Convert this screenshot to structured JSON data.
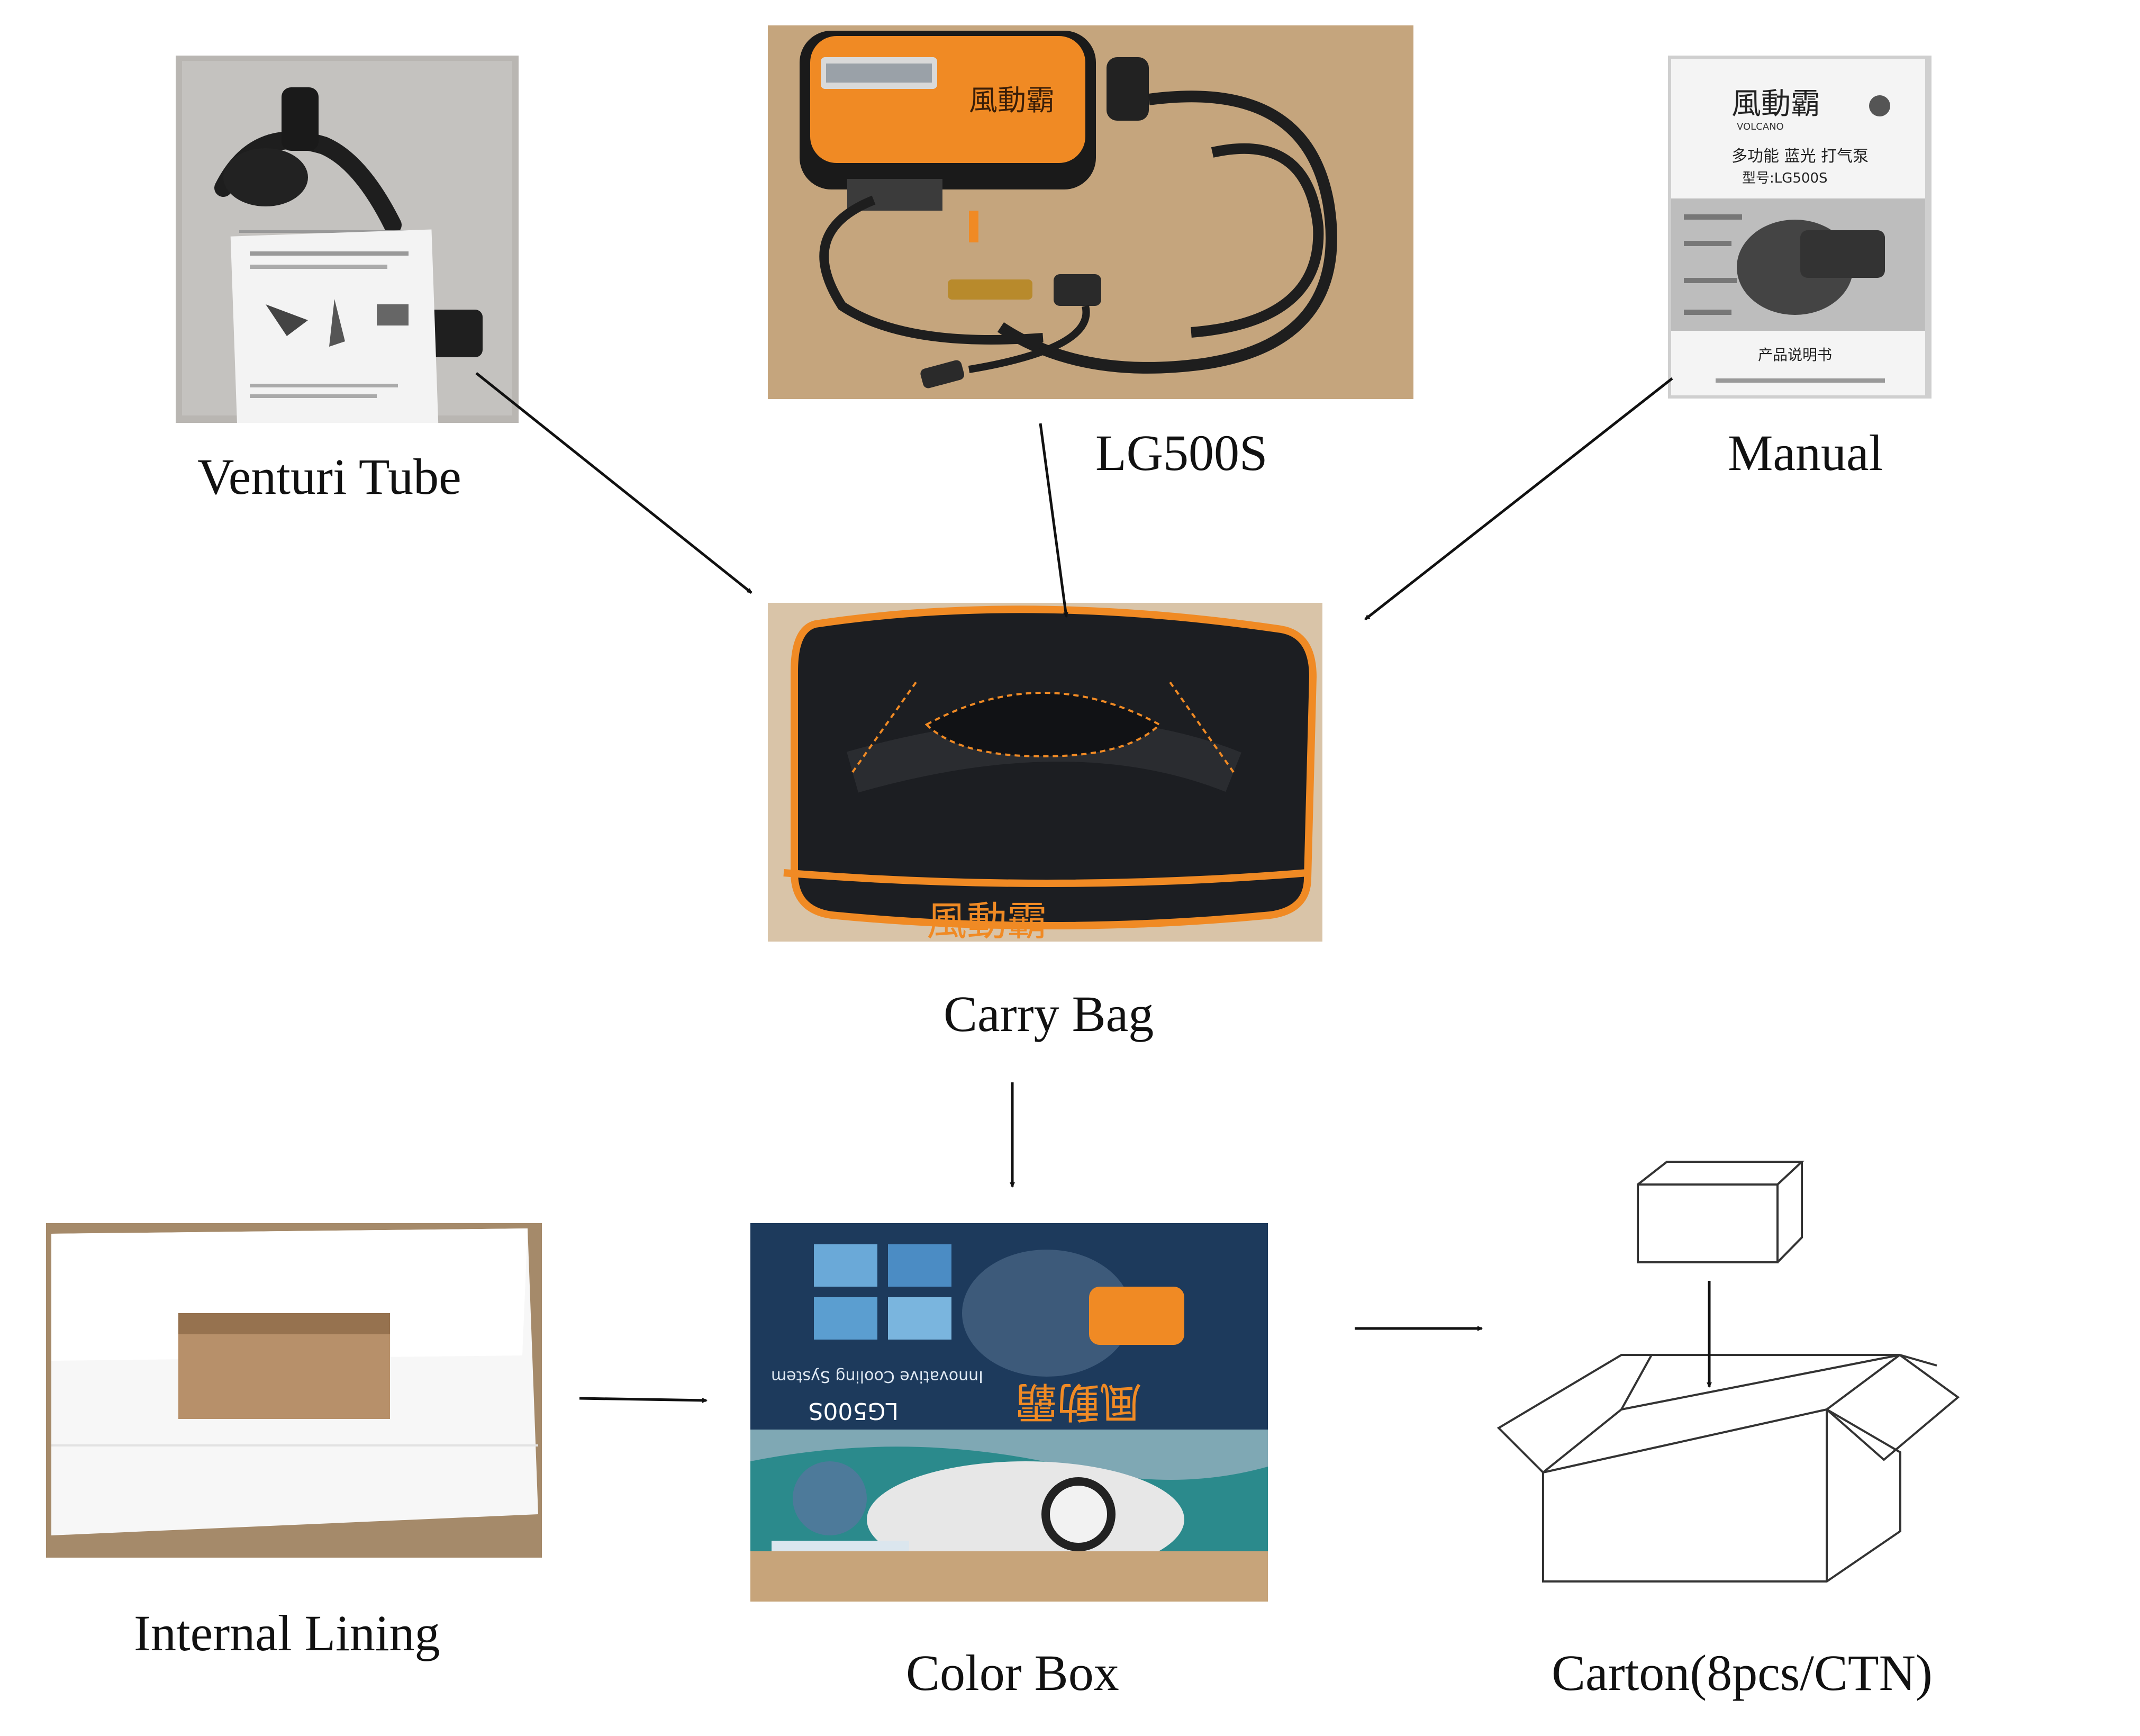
{
  "items": {
    "venturi_tube": "Venturi Tube",
    "product": "LG500S",
    "manual": "Manual",
    "carry_bag": "Carry Bag",
    "internal_lining": "Internal Lining",
    "color_box": "Color Box",
    "carton": "Carton(8pcs/CTN)"
  },
  "manual_doc": {
    "model": "型号:LG500S",
    "title": "产品说明书",
    "brand": "VOLCANO"
  },
  "color_box_print": {
    "model": "LG500S",
    "tagline": "Innovative Cooling System"
  },
  "colors": {
    "accent_orange": "#f08a24",
    "bag_black": "#1c1e22",
    "box_blue": "#1d3a5c",
    "cardboard": "#c8a77c"
  }
}
